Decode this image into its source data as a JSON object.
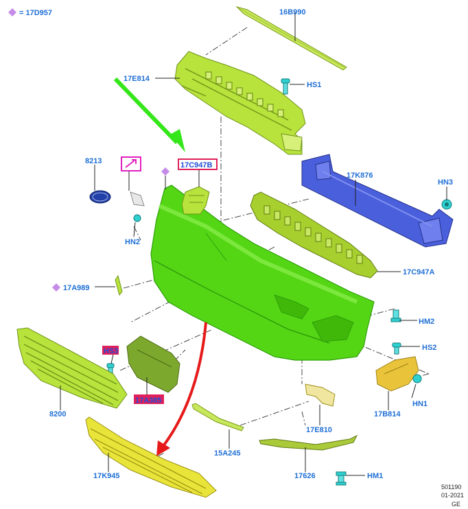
{
  "legend": {
    "text": "= 17D957",
    "marker_color": "#c58be8"
  },
  "labels": {
    "p16B990": "16B990",
    "p17E814": "17E814",
    "hs1": "HS1",
    "p8213": "8213",
    "p17C947B": "17C947B",
    "p17K876": "17K876",
    "hn3": "HN3",
    "hn2": "HN2",
    "p17C947A": "17C947A",
    "p17A989": "17A989",
    "hm2": "HM2",
    "hs2": "HS2",
    "hs3": "HS3",
    "p17A385": "17A385",
    "hn1": "HN1",
    "p8200": "8200",
    "p17E810": "17E810",
    "p17B814": "17B814",
    "p15A245": "15A245",
    "p17K945": "17K945",
    "p17626": "17626",
    "hm1": "HM1"
  },
  "footer": {
    "line1": "501190",
    "line2": "01-2021",
    "line3": "GE"
  },
  "colors": {
    "bumper": "#55d615",
    "bumper_dark": "#2e9e0a",
    "yellowgreen": "#b9e03a",
    "yellow": "#e9e43a",
    "blue": "#4a5fdc",
    "cyan": "#2ed0d0",
    "label": "#1f6fd6",
    "arrow_green": "#35e61a",
    "arrow_red": "#e61a1a",
    "highlight_box": "#e0205a",
    "diamond": "#c58be8"
  }
}
